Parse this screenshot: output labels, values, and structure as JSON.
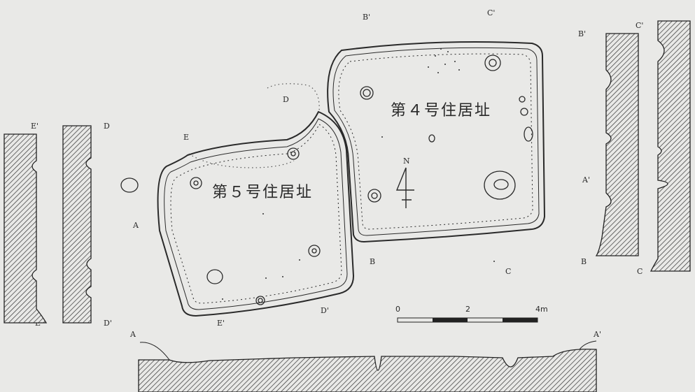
{
  "house_4": {
    "title": "第４号住居址"
  },
  "house_5": {
    "title": "第５号住居址"
  },
  "north_arrow": {
    "label": "N"
  },
  "section_marks": {
    "a": "A",
    "a_prime": "A'",
    "b": "B",
    "b_prime": "B'",
    "c": "C",
    "c_prime": "C'",
    "d": "D",
    "d_prime": "D'",
    "e": "E",
    "e_prime": "E'"
  },
  "scale_bar": {
    "ticks": [
      "0",
      "2",
      "4m"
    ],
    "values_m": [
      0,
      2,
      4
    ]
  },
  "colors": {
    "ink": "#2a2a2a",
    "paper": "#e9e9e7"
  }
}
